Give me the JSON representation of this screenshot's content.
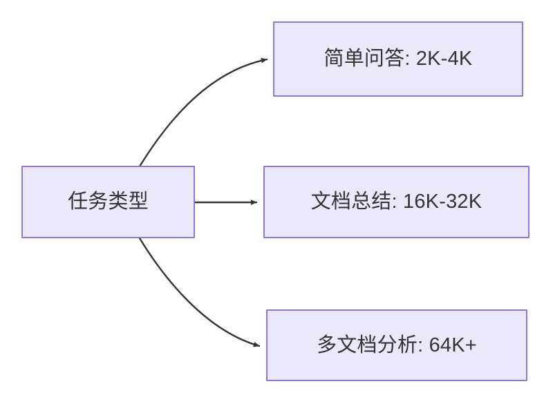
{
  "diagram": {
    "type": "flowchart",
    "direction": "left-to-right",
    "background_color": "#ffffff",
    "node_fill_color": "#ebe8fb",
    "node_border_color": "#9373e0",
    "node_text_color": "#333333",
    "edge_color": "#333333",
    "root": {
      "id": "root",
      "label": "任务类型"
    },
    "branches": [
      {
        "id": "simple-qa",
        "label": "简单问答: 2K-4K",
        "edge_style": "curved-up",
        "arrowhead": "solid-triangle"
      },
      {
        "id": "doc-summary",
        "label": "文档总结: 16K-32K",
        "edge_style": "straight",
        "arrowhead": "solid-triangle"
      },
      {
        "id": "multi-doc",
        "label": "多文档分析: 64K+",
        "edge_style": "curved-down",
        "arrowhead": "solid-triangle"
      }
    ]
  }
}
